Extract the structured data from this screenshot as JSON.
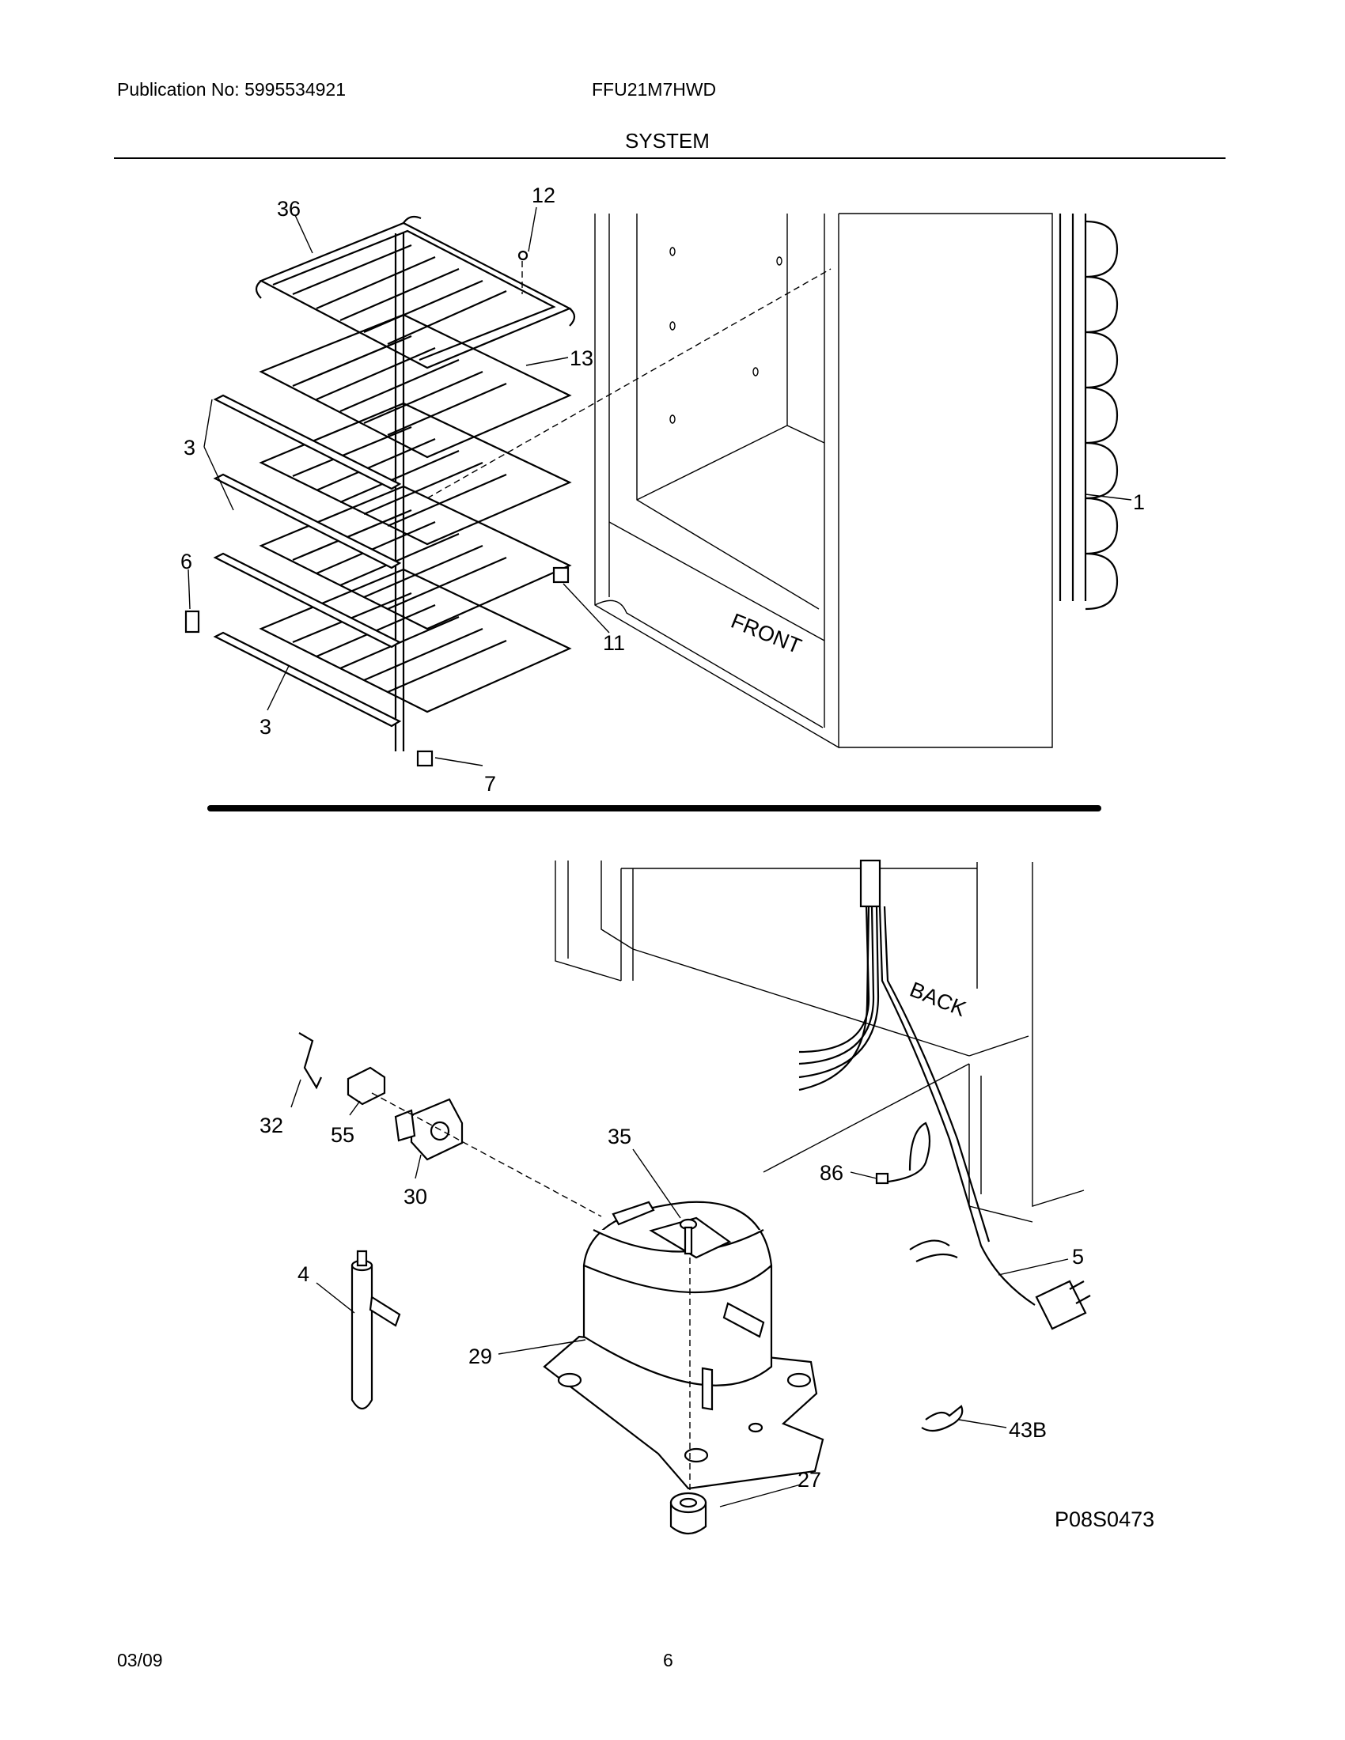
{
  "header": {
    "publication": "Publication No: 5995534921",
    "model": "FFU21M7HWD",
    "section": "SYSTEM"
  },
  "diagram": {
    "cabinet_label_front": "FRONT",
    "cabinet_label_back": "BACK",
    "callouts": {
      "c1": "1",
      "c3a": "3",
      "c3b": "3",
      "c6": "6",
      "c7": "7",
      "c11": "11",
      "c12": "12",
      "c13": "13",
      "c36": "36",
      "c4": "4",
      "c5": "5",
      "c27": "27",
      "c29": "29",
      "c30": "30",
      "c32": "32",
      "c35": "35",
      "c43b": "43B",
      "c55": "55",
      "c86": "86"
    },
    "drawing_code": "P08S0473"
  },
  "footer": {
    "date": "03/09",
    "page": "6"
  }
}
